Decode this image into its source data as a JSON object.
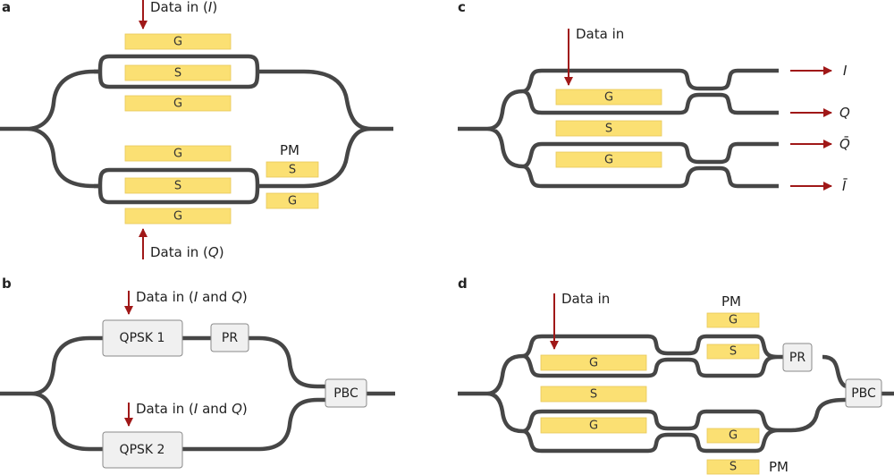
{
  "panels": {
    "a": {
      "label": "a",
      "data_in_top": {
        "prefix": "Data in (",
        "var": "I",
        "suffix": ")"
      },
      "data_in_bottom": {
        "prefix": "Data in (",
        "var": "Q",
        "suffix": ")"
      },
      "electrodes_upper": [
        "G",
        "S",
        "G"
      ],
      "electrodes_lower": [
        "G",
        "S",
        "G"
      ],
      "pm_label": "PM",
      "pm_electrodes": [
        "S",
        "G"
      ]
    },
    "b": {
      "label": "b",
      "data_in_top": {
        "prefix": "Data in (",
        "var1": "I",
        "mid": " and ",
        "var2": "Q",
        "suffix": ")"
      },
      "data_in_bottom": {
        "prefix": "Data in (",
        "var1": "I",
        "mid": " and ",
        "var2": "Q",
        "suffix": ")"
      },
      "qpsk1": "QPSK 1",
      "qpsk2": "QPSK 2",
      "pr": "PR",
      "pbc": "PBC"
    },
    "c": {
      "label": "c",
      "data_in": "Data in",
      "electrodes": [
        "G",
        "S",
        "G"
      ],
      "outputs": [
        "I",
        "Q",
        "Q̄",
        "Ī"
      ]
    },
    "d": {
      "label": "d",
      "data_in": "Data in",
      "electrodes": [
        "G",
        "S",
        "G"
      ],
      "pm_top_label": "PM",
      "pm_top_electrodes": [
        "G",
        "S"
      ],
      "pm_bottom_label": "PM",
      "pm_bottom_electrodes": [
        "G",
        "S"
      ],
      "pr": "PR",
      "pbc": "PBC"
    }
  },
  "colors": {
    "waveguide": "#464646",
    "electrode": "#fbe073",
    "arrow": "#a01818",
    "box_fill": "#f0f0f0"
  }
}
